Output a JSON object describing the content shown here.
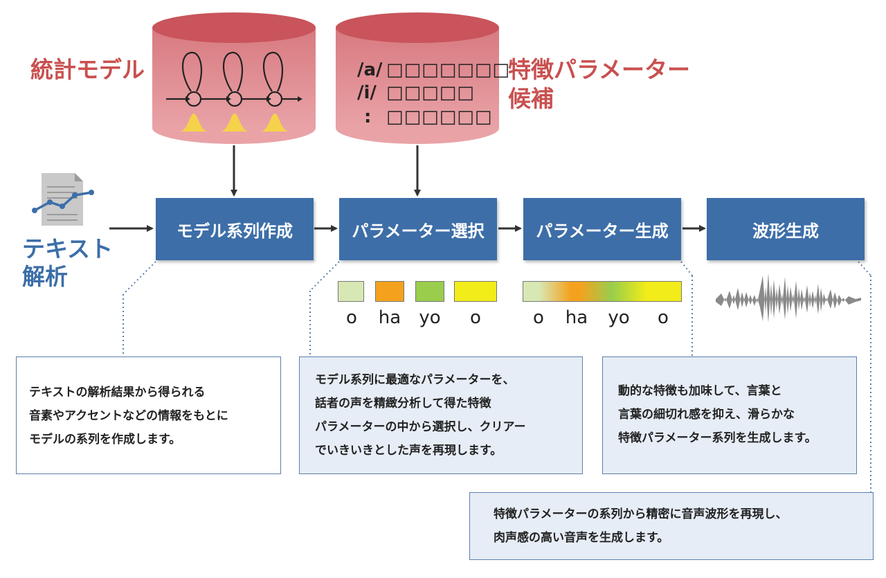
{
  "labels": {
    "stat_model": "統計モデル",
    "feature_candidates": [
      "特徴パラメーター",
      "候補"
    ],
    "text_analysis": [
      "テキスト",
      "解析"
    ]
  },
  "candidates": [
    {
      "symbol": "/a/",
      "boxes": "□□□□□□□"
    },
    {
      "symbol": "/i/",
      "boxes": "□□□□□"
    },
    {
      "symbol": ":",
      "boxes": "□□□□□□"
    }
  ],
  "steps": [
    {
      "label": "モデル系列作成"
    },
    {
      "label": "パラメーター選択"
    },
    {
      "label": "パラメーター生成"
    },
    {
      "label": "波形生成"
    }
  ],
  "syllables_discrete": [
    "o",
    "ha",
    "yo",
    "o"
  ],
  "syllables_smooth": [
    "o",
    "ha",
    "yo",
    "o"
  ],
  "swatch_colors": [
    "#d7e8b4",
    "#f4a21e",
    "#9acd4c",
    "#f2ec1a"
  ],
  "descriptions": {
    "model_sequence": [
      "テキストの解析結果から得られる",
      "音素やアクセントなどの情報をもとに",
      "モデルの系列を作成します。"
    ],
    "param_selection": [
      "モデル系列に最適なパラメーターを、",
      "話者の声を精緻分析して得た特徴",
      "パラメーターの中から選択し、クリアー",
      "でいきいきとした声を再現します。"
    ],
    "param_generation": [
      "動的な特徴も加味して、言葉と",
      "言葉の細切れ感を抑え、滑らかな",
      "特徴パラメーター系列を生成します。"
    ],
    "waveform_generation": [
      "特徴パラメーターの系列から精密に音声波形を再現し、",
      "肉声感の高い音声を生成します。"
    ]
  },
  "colors": {
    "step_blue": "#3d6ea8",
    "label_red": "#c8504f",
    "label_blue": "#3c6ea8",
    "db_top": "#c9545b",
    "db_body": "#e9a3a7"
  }
}
